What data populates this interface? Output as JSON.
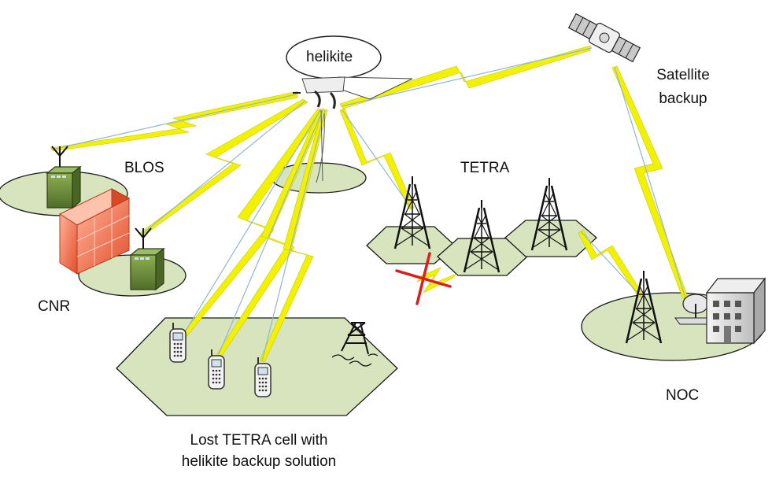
{
  "labels": {
    "helikite": "helikite",
    "satellite_line1": "Satellite",
    "satellite_line2": "backup",
    "blos": "BLOS",
    "tetra": "TETRA",
    "cnr": "CNR",
    "noc": "NOC",
    "lost_cell_line1": "Lost TETRA cell with",
    "lost_cell_line2": "helikite backup solution"
  },
  "colors": {
    "ground": "#d7e4bd",
    "ground_stroke": "#1a1a1a",
    "lightning": "#f2f200",
    "link_line": "#8fb6d8",
    "firewall": "#f07a56",
    "radio_box": "#6f8f3c",
    "cross": "#e01b1b"
  },
  "icons": [
    "helikite-balloon-icon",
    "satellite-icon",
    "radio-tower-icon",
    "handheld-radio-icon",
    "firewall-icon",
    "building-icon",
    "satellite-dish-icon",
    "damaged-tower-icon",
    "lightning-link-icon",
    "failure-cross-icon"
  ]
}
